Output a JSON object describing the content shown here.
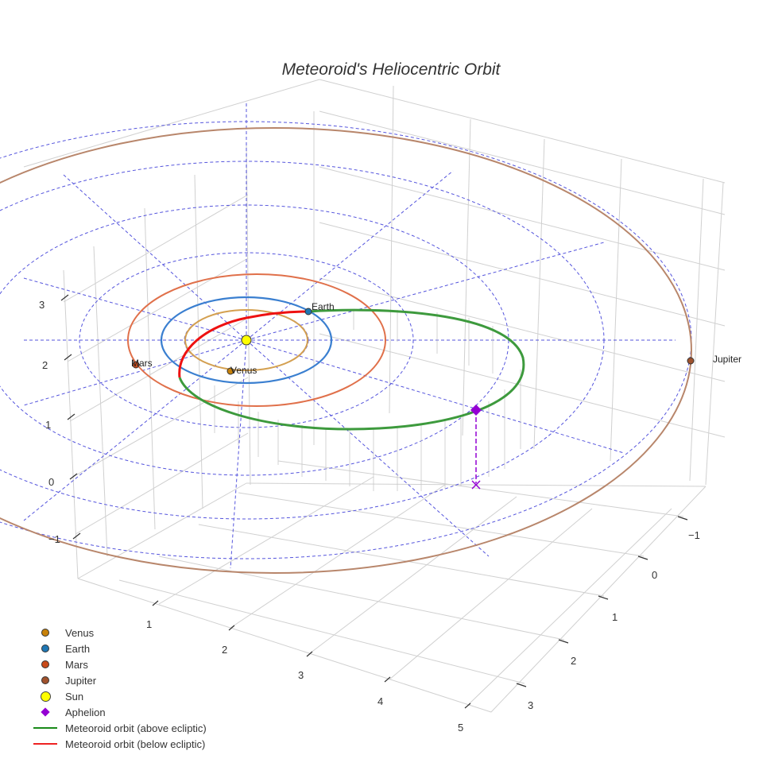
{
  "chart_data": {
    "type": "scatter3d",
    "title": "Meteoroid's Heliocentric Orbit",
    "axes": {
      "x": {
        "ticks": [
          1,
          2,
          3,
          4,
          5
        ]
      },
      "y": {
        "ticks": [
          -1,
          0,
          1,
          2,
          3
        ]
      },
      "z": {
        "ticks": [
          -1,
          0,
          1,
          2,
          3
        ]
      }
    },
    "planets": [
      {
        "name": "Venus",
        "orbit_radius_au": 0.72,
        "color": "#c8820a",
        "orbit_color": "#d4a050"
      },
      {
        "name": "Earth",
        "orbit_radius_au": 1.0,
        "color": "#1f77b4",
        "orbit_color": "#3a7fd0"
      },
      {
        "name": "Mars",
        "orbit_radius_au": 1.52,
        "color": "#c84a1a",
        "orbit_color": "#e0704a"
      },
      {
        "name": "Jupiter",
        "orbit_radius_au": 5.2,
        "color": "#a0522d",
        "orbit_color": "#b8866b"
      }
    ],
    "sun": {
      "name": "Sun",
      "x": 0,
      "y": 0,
      "z": 0,
      "color": "#ffff00"
    },
    "aphelion": {
      "name": "Aphelion",
      "color": "#9400d3"
    },
    "series": [
      {
        "name": "Meteoroid orbit (above ecliptic)",
        "color": "#2ca02c"
      },
      {
        "name": "Meteoroid orbit (below ecliptic)",
        "color": "#ff0000"
      }
    ],
    "grid": true,
    "legend_position": "bottom-left"
  },
  "title": "Meteoroid's Heliocentric Orbit",
  "labels": {
    "venus": "Venus",
    "earth": "Earth",
    "mars": "Mars",
    "jupiter": "Jupiter"
  },
  "ticks": {
    "z": [
      "3",
      "2",
      "1",
      "0",
      "−1"
    ],
    "x": [
      "1",
      "2",
      "3",
      "4",
      "5"
    ],
    "y": [
      "−1",
      "0",
      "1",
      "2",
      "3"
    ]
  },
  "legend": [
    {
      "label": "Venus",
      "kind": "dot",
      "color": "#c8820a"
    },
    {
      "label": "Earth",
      "kind": "dot",
      "color": "#1f77b4"
    },
    {
      "label": "Mars",
      "kind": "dot",
      "color": "#c84a1a"
    },
    {
      "label": "Jupiter",
      "kind": "dot",
      "color": "#a0522d"
    },
    {
      "label": "Sun",
      "kind": "sun",
      "color": "#ffff00"
    },
    {
      "label": "Aphelion",
      "kind": "diamond",
      "color": "#9400d3"
    },
    {
      "label": "Meteoroid orbit (above ecliptic)",
      "kind": "line",
      "color": "#2ca02c"
    },
    {
      "label": "Meteoroid orbit (below ecliptic)",
      "kind": "line",
      "color": "#ff0000"
    }
  ]
}
